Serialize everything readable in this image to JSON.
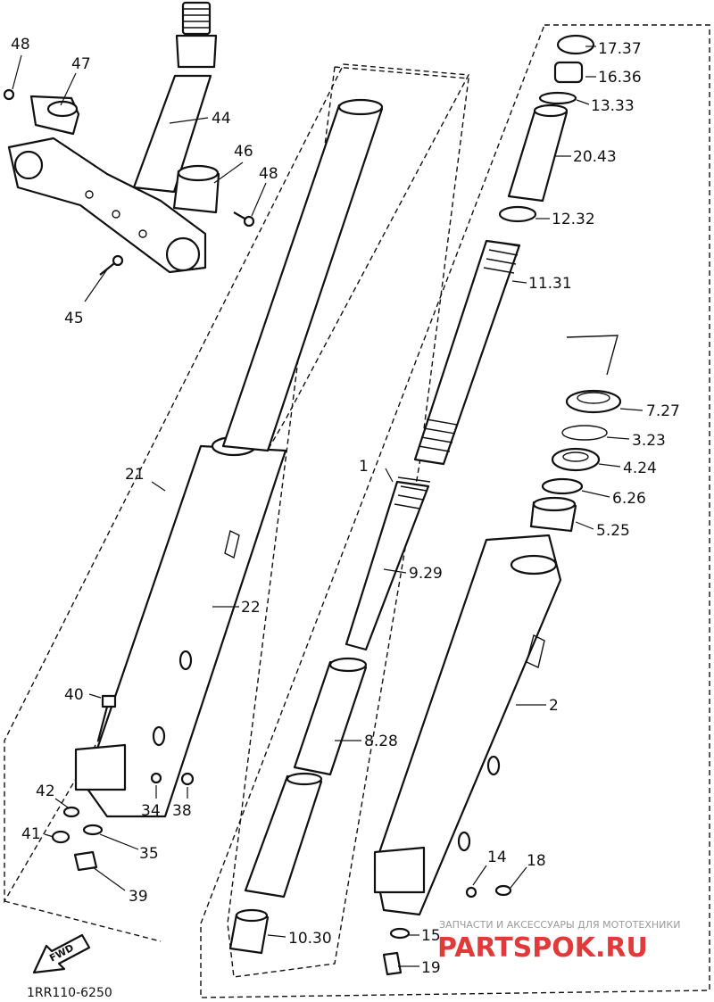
{
  "labels": {
    "l1": "1",
    "l2": "2",
    "l3": "3.23",
    "l4": "4.24",
    "l5": "5.25",
    "l6": "6.26",
    "l7": "7.27",
    "l8": "8.28",
    "l9": "9.29",
    "l10": "10.30",
    "l11": "11.31",
    "l12": "12.32",
    "l13": "13.33",
    "l14": "14",
    "l15": "15",
    "l16": "16.36",
    "l17": "17.37",
    "l18": "18",
    "l19": "19",
    "l20": "20.43",
    "l21": "21",
    "l22": "22",
    "l34": "34",
    "l35": "35",
    "l38": "38",
    "l39": "39",
    "l40": "40",
    "l41": "41",
    "l42": "42",
    "l44": "44",
    "l45": "45",
    "l46": "46",
    "l47": "47",
    "l48a": "48",
    "l48b": "48"
  },
  "fwd_arrow": "FWD",
  "diagram_code": "1RR110-6250",
  "watermark": {
    "tagline": "ЗАПЧАСТИ И АКСЕССУАРЫ ДЛЯ МОТОТЕХНИКИ",
    "brand": "PARTSPOK.RU",
    "brand_color": "#e03a3a"
  }
}
